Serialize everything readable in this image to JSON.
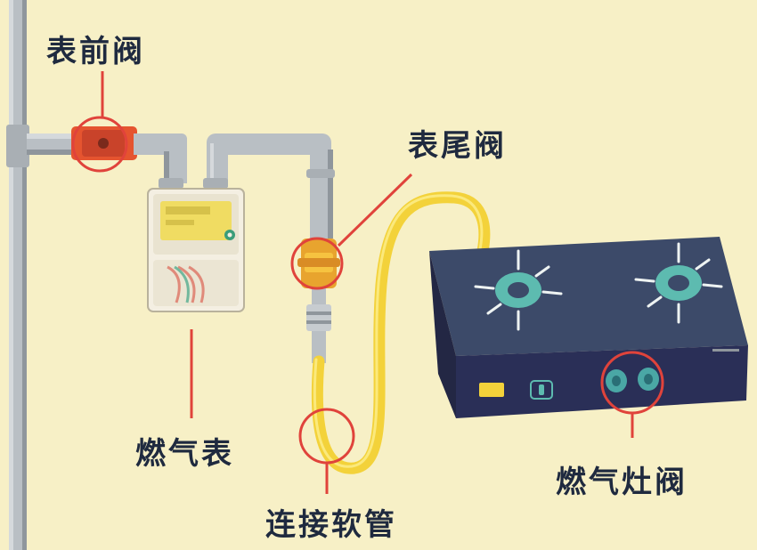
{
  "labels": {
    "meter_front_valve": "表前阀",
    "meter_tail_valve": "表尾阀",
    "gas_meter": "燃气表",
    "connecting_hose": "连接软管",
    "stove_valve": "燃气灶阀"
  },
  "colors": {
    "background": "#f7f0c6",
    "pipe": "#b9bfc4",
    "pipe_shadow": "#8f969c",
    "valve_red": "#e5542f",
    "highlight_circle": "#e0433b",
    "leader_line": "#e0433b",
    "hose_yellow": "#f3d23a",
    "meter_body": "#f4efe2",
    "meter_display": "#f0dc62",
    "stove_top": "#3c4a69",
    "stove_front": "#2a2f57",
    "burner_ring": "#5dbbb0",
    "label_text": "#1f2a3f"
  },
  "icons": {
    "burners": "gas-burner-icon",
    "meter_display": "lcd-display-icon"
  }
}
